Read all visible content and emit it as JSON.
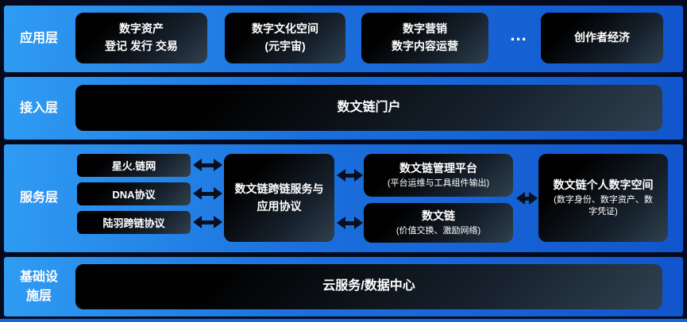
{
  "colors": {
    "background": "#050b1d",
    "layer_bar_gradient_start": "#2f9cf3",
    "layer_bar_gradient_end": "#1155cc",
    "box_dark_start": "#010101",
    "box_dark_end": "#31414f",
    "text": "#ffffff",
    "arrow": "#0a0f1e"
  },
  "layers": {
    "application": {
      "label": "应用层",
      "boxes": [
        {
          "line1": "数字资产",
          "line2": "登记 发行 交易"
        },
        {
          "line1": "数字文化空间",
          "line2": "(元宇宙)"
        },
        {
          "line1": "数字营销",
          "line2": "数字内容运营"
        },
        {
          "line1": "创作者经济"
        }
      ],
      "ellipsis": "..."
    },
    "access": {
      "label": "接入层",
      "portal": "数文链门户"
    },
    "service": {
      "label": "服务层",
      "chains": [
        "星火.链网",
        "DNA协议",
        "陆羽跨链协议"
      ],
      "crosschain": {
        "line1": "数文链跨链服务与",
        "line2": "应用协议"
      },
      "platforms": [
        {
          "line1": "数文链管理平台",
          "line2": "(平台运维与工具组件输出)"
        },
        {
          "line1": "数文链",
          "line2": "(价值交换、激励网络)"
        }
      ],
      "personal_space": {
        "line1": "数文链个人数字空间",
        "line2": "(数字身份、数字资产、数",
        "line3": "字凭证)"
      }
    },
    "infrastructure": {
      "label": "基础设施层",
      "box": "云服务/数据中心"
    }
  }
}
